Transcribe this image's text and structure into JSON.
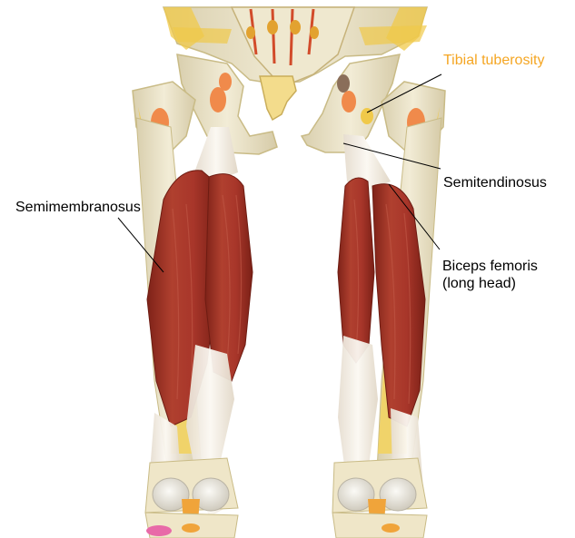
{
  "labels": {
    "tibial_tuberosity": "Tibial tuberosity",
    "semitendinosus": "Semitendinosus",
    "semimembranosus": "Semimembranosus",
    "biceps_femoris_line1": "Biceps femoris",
    "biceps_femoris_line2": "(long head)"
  },
  "colors": {
    "accent_label": "#f5a623",
    "label_text": "#000000",
    "muscle": "#a8362a",
    "muscle_dark": "#7e2218",
    "tendon": "#f3eee4",
    "bone": "#ece4c8",
    "bone_marrow": "#f0c94a",
    "cartilage": "#f08a4b",
    "leader_line": "#000000"
  }
}
